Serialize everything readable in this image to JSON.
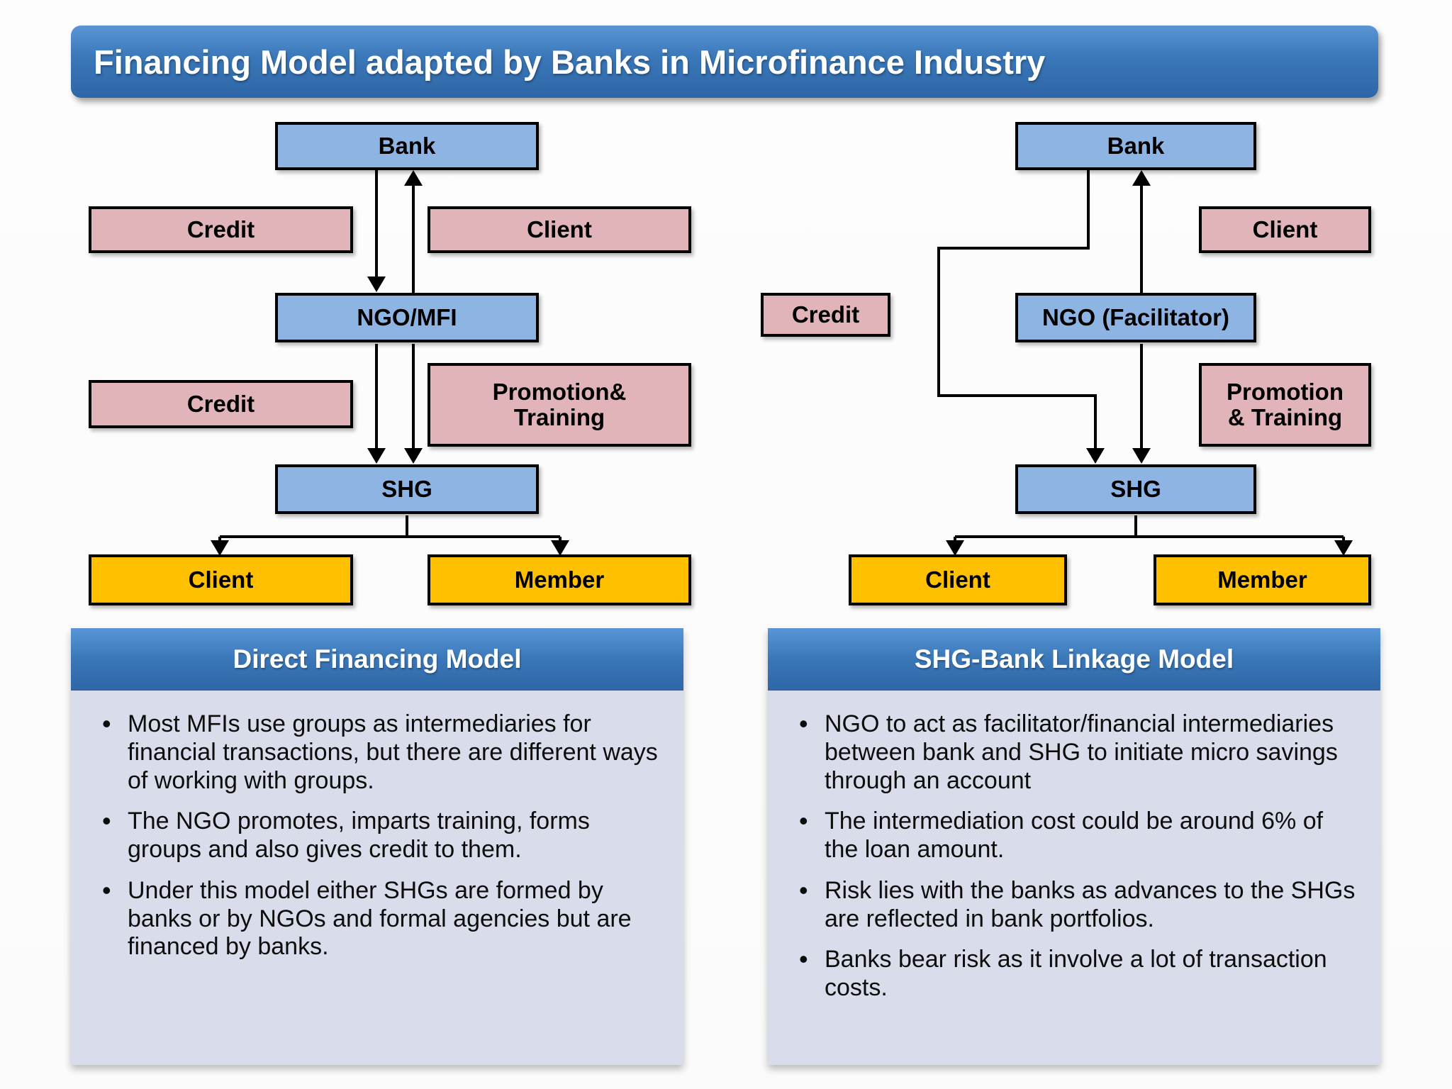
{
  "title": "Financing Model adapted by Banks in Microfinance Industry",
  "colors": {
    "title_gradient_top": "#5a96d6",
    "title_gradient_bottom": "#2e66a6",
    "box_blue": "#8eb4e3",
    "box_pink": "#e0b4b9",
    "box_orange": "#ffc000",
    "panel_body": "#d9dcea",
    "line": "#000000",
    "text_on_blue": "#ffffff"
  },
  "diagram_left": {
    "bank": "Bank",
    "credit_top": "Credit",
    "client_pink": "Client",
    "ngo": "NGO/MFI",
    "credit_bottom": "Credit",
    "promotion_line1": "Promotion&",
    "promotion_line2": "Training",
    "shg": "SHG",
    "client_orange": "Client",
    "member": "Member"
  },
  "diagram_right": {
    "bank": "Bank",
    "client_pink": "Client",
    "credit": "Credit",
    "ngo": "NGO (Facilitator)",
    "promotion_line1": "Promotion",
    "promotion_line2": "& Training",
    "shg": "SHG",
    "client_orange": "Client",
    "member": "Member"
  },
  "panel_left": {
    "header": "Direct Financing Model",
    "bullets": [
      "Most MFIs use groups as intermediaries for financial transactions, but there are different ways of working with groups.",
      "The NGO promotes, imparts training, forms groups and also gives credit to them.",
      "Under this model either SHGs are formed by banks or by NGOs and formal agencies but are financed by banks."
    ]
  },
  "panel_right": {
    "header": "SHG-Bank Linkage Model",
    "bullets": [
      "NGO to act as facilitator/financial intermediaries between bank and  SHG to initiate micro savings through an account",
      "The intermediation cost could be around 6% of the loan amount.",
      "Risk lies with the banks as advances to the SHGs are reflected in bank portfolios.",
      "Banks bear risk as it involve a lot of transaction costs."
    ]
  }
}
